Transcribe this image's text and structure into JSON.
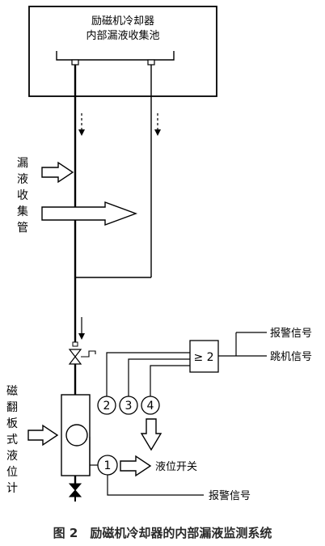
{
  "tank": {
    "line1": "励磁机冷却器",
    "line2": "内部漏液收集池"
  },
  "collector_pipe_label": [
    "漏",
    "液",
    "收",
    "集",
    "管"
  ],
  "level_gauge_label": [
    "磁",
    "翻",
    "板",
    "式",
    "液",
    "位",
    "计"
  ],
  "logic_gate": "≥ 2",
  "outputs": {
    "alarm_top": "报警信号",
    "trip": "跳机信号",
    "alarm_bottom": "报警信号"
  },
  "level_switch": "液位开关",
  "switch_numbers": [
    "1",
    "2",
    "3",
    "4"
  ],
  "caption": "图 2　励磁机冷却器的内部漏液监测系统"
}
